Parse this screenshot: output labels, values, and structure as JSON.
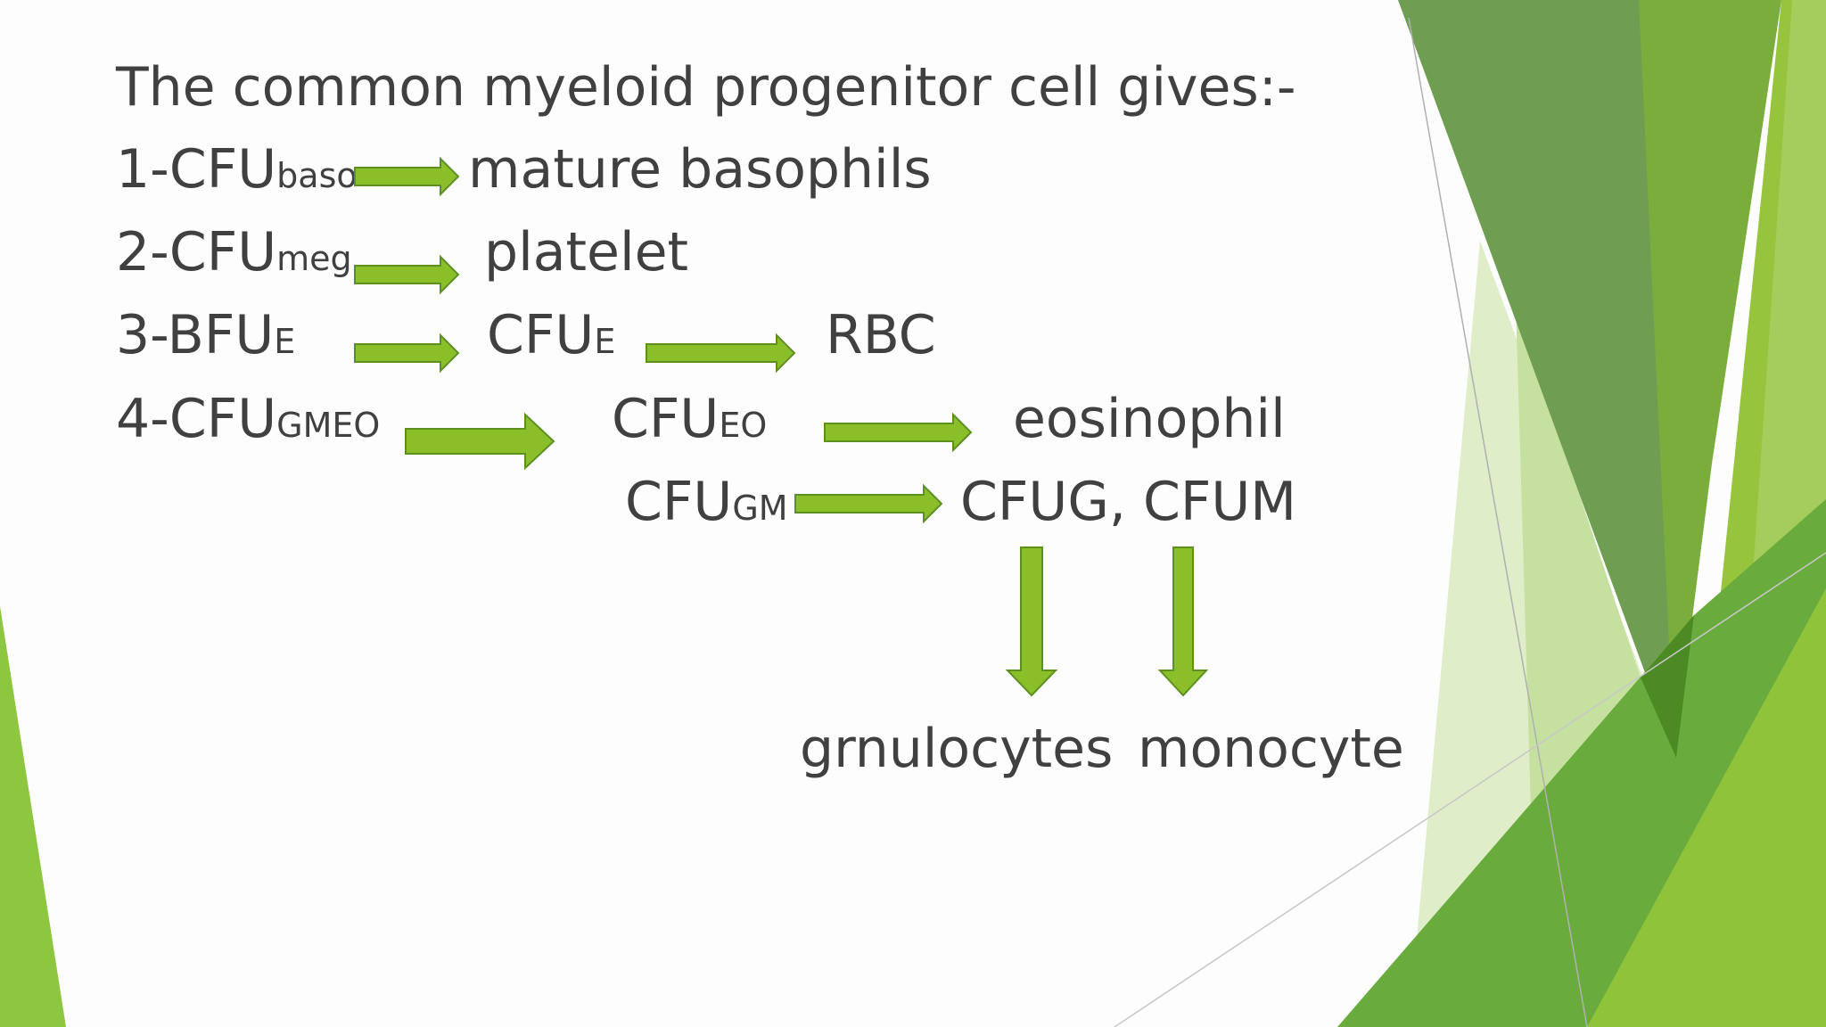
{
  "title": "The common myeloid progenitor cell gives:-",
  "rows": [
    {
      "prefix": "1-CFU",
      "sub": "baso",
      "target": "mature basophils"
    },
    {
      "prefix": "2-CFU",
      "sub": "meg",
      "target": "platelet"
    },
    {
      "prefix": "3-BFU",
      "sub": "E",
      "mid": {
        "main": "CFU",
        "sub": "E"
      },
      "target": "RBC"
    },
    {
      "prefix": "4-CFU",
      "sub": "GMEO",
      "branches": [
        {
          "main": "CFU",
          "sub": "EO",
          "target": "eosinophil"
        },
        {
          "main": "CFU",
          "sub": "GM",
          "target": "CFUG, CFUM"
        }
      ]
    }
  ],
  "final": [
    "grnulocytes",
    "monocyte"
  ],
  "colors": {
    "arrow_fill": "#8bbf2a",
    "arrow_stroke": "#5e9020",
    "text": "#404040",
    "accent_green": "#76b82a",
    "dark_green": "#5a8f37"
  }
}
